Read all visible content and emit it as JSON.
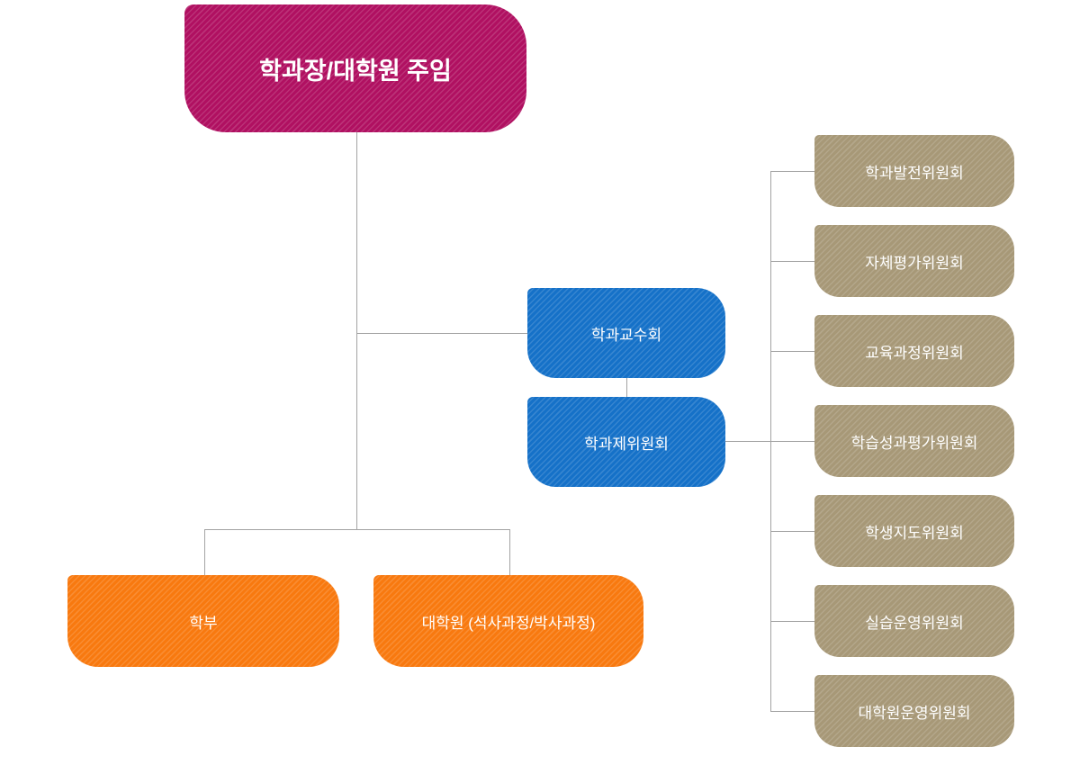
{
  "org_chart": {
    "root": {
      "label": "학과장/대학원 주임"
    },
    "councils": [
      {
        "label": "학과교수회"
      },
      {
        "label": "학과제위원회"
      }
    ],
    "programs": [
      {
        "label": "학부"
      },
      {
        "label": "대학원 (석사과정/박사과정)"
      }
    ],
    "subcommittees": [
      {
        "label": "학과발전위원회"
      },
      {
        "label": "자체평가위원회"
      },
      {
        "label": "교육과정위원회"
      },
      {
        "label": "학습성과평가위원회"
      },
      {
        "label": "학생지도위원회"
      },
      {
        "label": "실습운영위원회"
      },
      {
        "label": "대학원운영위원회"
      }
    ],
    "colors": {
      "root": "#b01061",
      "council": "#1571c8",
      "program": "#f8790f",
      "subcommittee": "#a79877",
      "line": "#a3a3a3"
    }
  }
}
